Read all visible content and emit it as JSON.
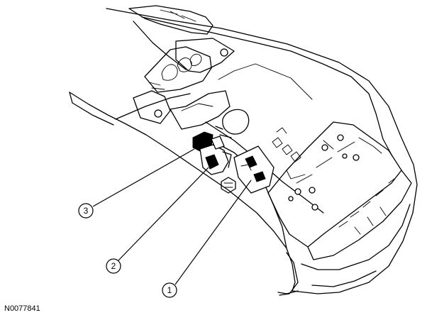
{
  "callouts": [
    {
      "id": "1",
      "label": "1"
    },
    {
      "id": "2",
      "label": "2"
    },
    {
      "id": "3",
      "label": "3"
    }
  ],
  "reference_code": "N0077841"
}
